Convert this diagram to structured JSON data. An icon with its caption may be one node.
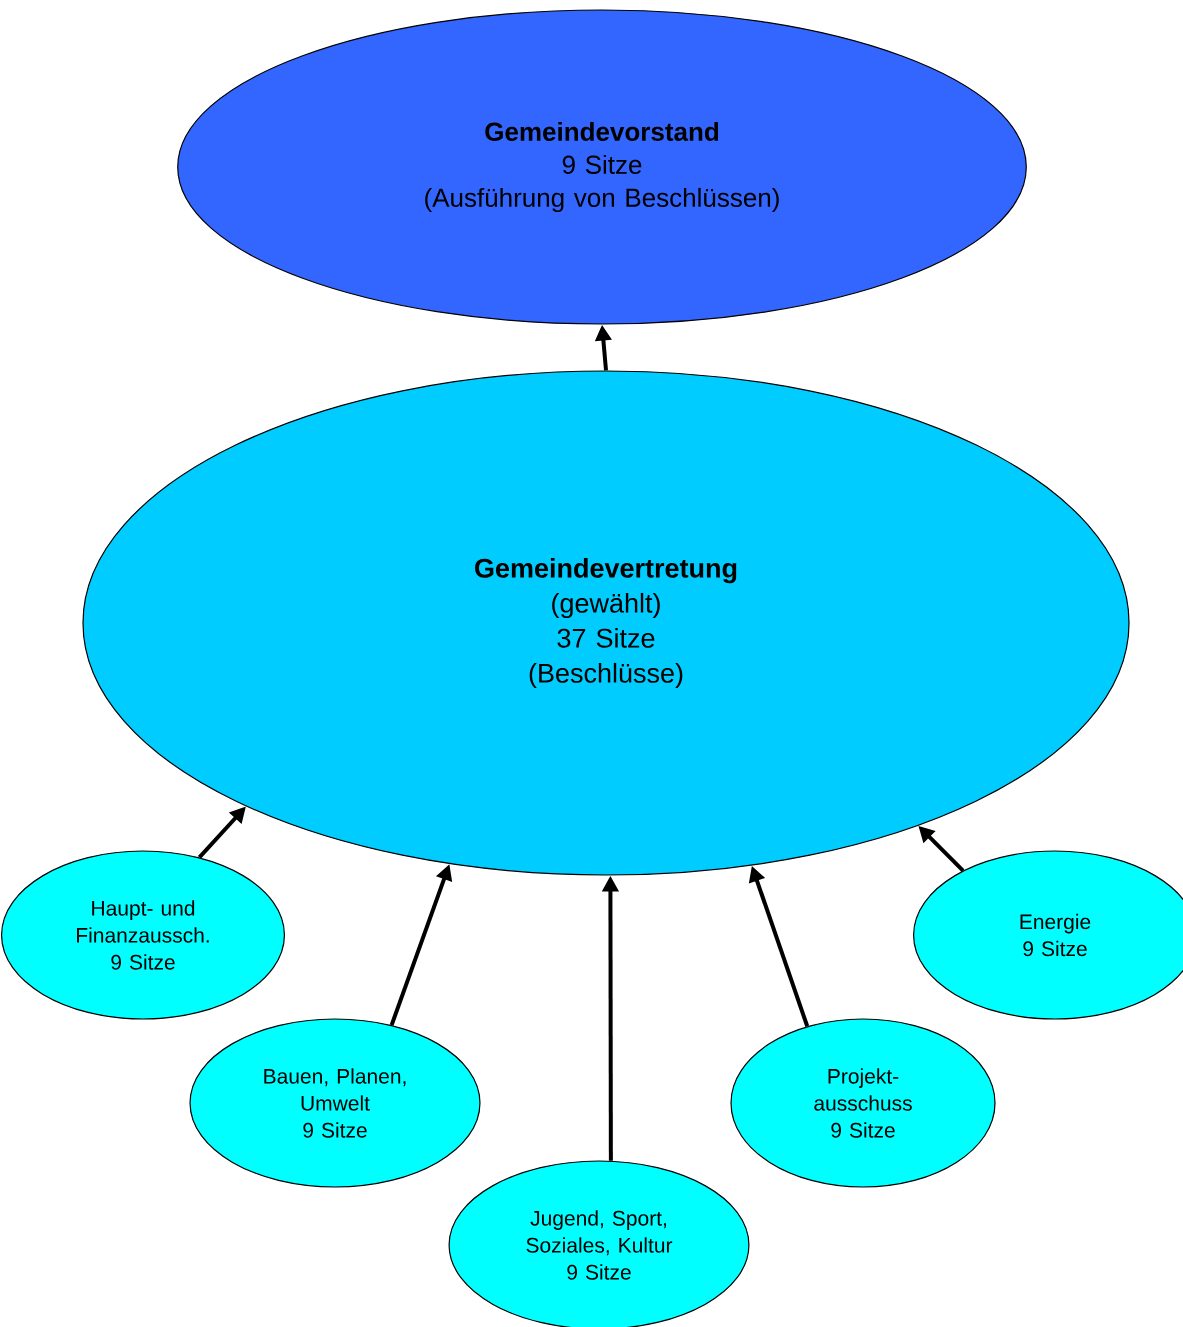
{
  "diagram": {
    "nodes": [
      {
        "text": [
          "Gemeindevorstand",
          "9 Sitze",
          "(Ausführung von Beschlüssen)"
        ]
      },
      {
        "text": [
          "Gemeindevertretung",
          "(gewählt)",
          "37 Sitze",
          "(Beschlüsse)"
        ]
      },
      {
        "text": [
          "Haupt- und Finanzaussch.",
          "9 Sitze"
        ]
      },
      {
        "text": [
          "Bauen, Planen, Umwelt",
          "9 Sitze"
        ]
      },
      {
        "text": [
          "Jugend, Sport, Soziales, Kultur",
          "9 Sitze"
        ]
      },
      {
        "text": [
          "Projekt- ausschuss",
          "9 Sitze"
        ]
      },
      {
        "text": [
          "Energie",
          "9 Sitze"
        ]
      }
    ],
    "edges": [
      {
        "from": 1,
        "to": 0,
        "arrow": "to"
      },
      {
        "from": 2,
        "to": 1,
        "arrow": "to"
      },
      {
        "from": 3,
        "to": 1,
        "arrow": "to"
      },
      {
        "from": 4,
        "to": 1,
        "arrow": "to"
      },
      {
        "from": 5,
        "to": 1,
        "arrow": "to"
      },
      {
        "from": 6,
        "to": 1,
        "arrow": "to"
      }
    ]
  }
}
